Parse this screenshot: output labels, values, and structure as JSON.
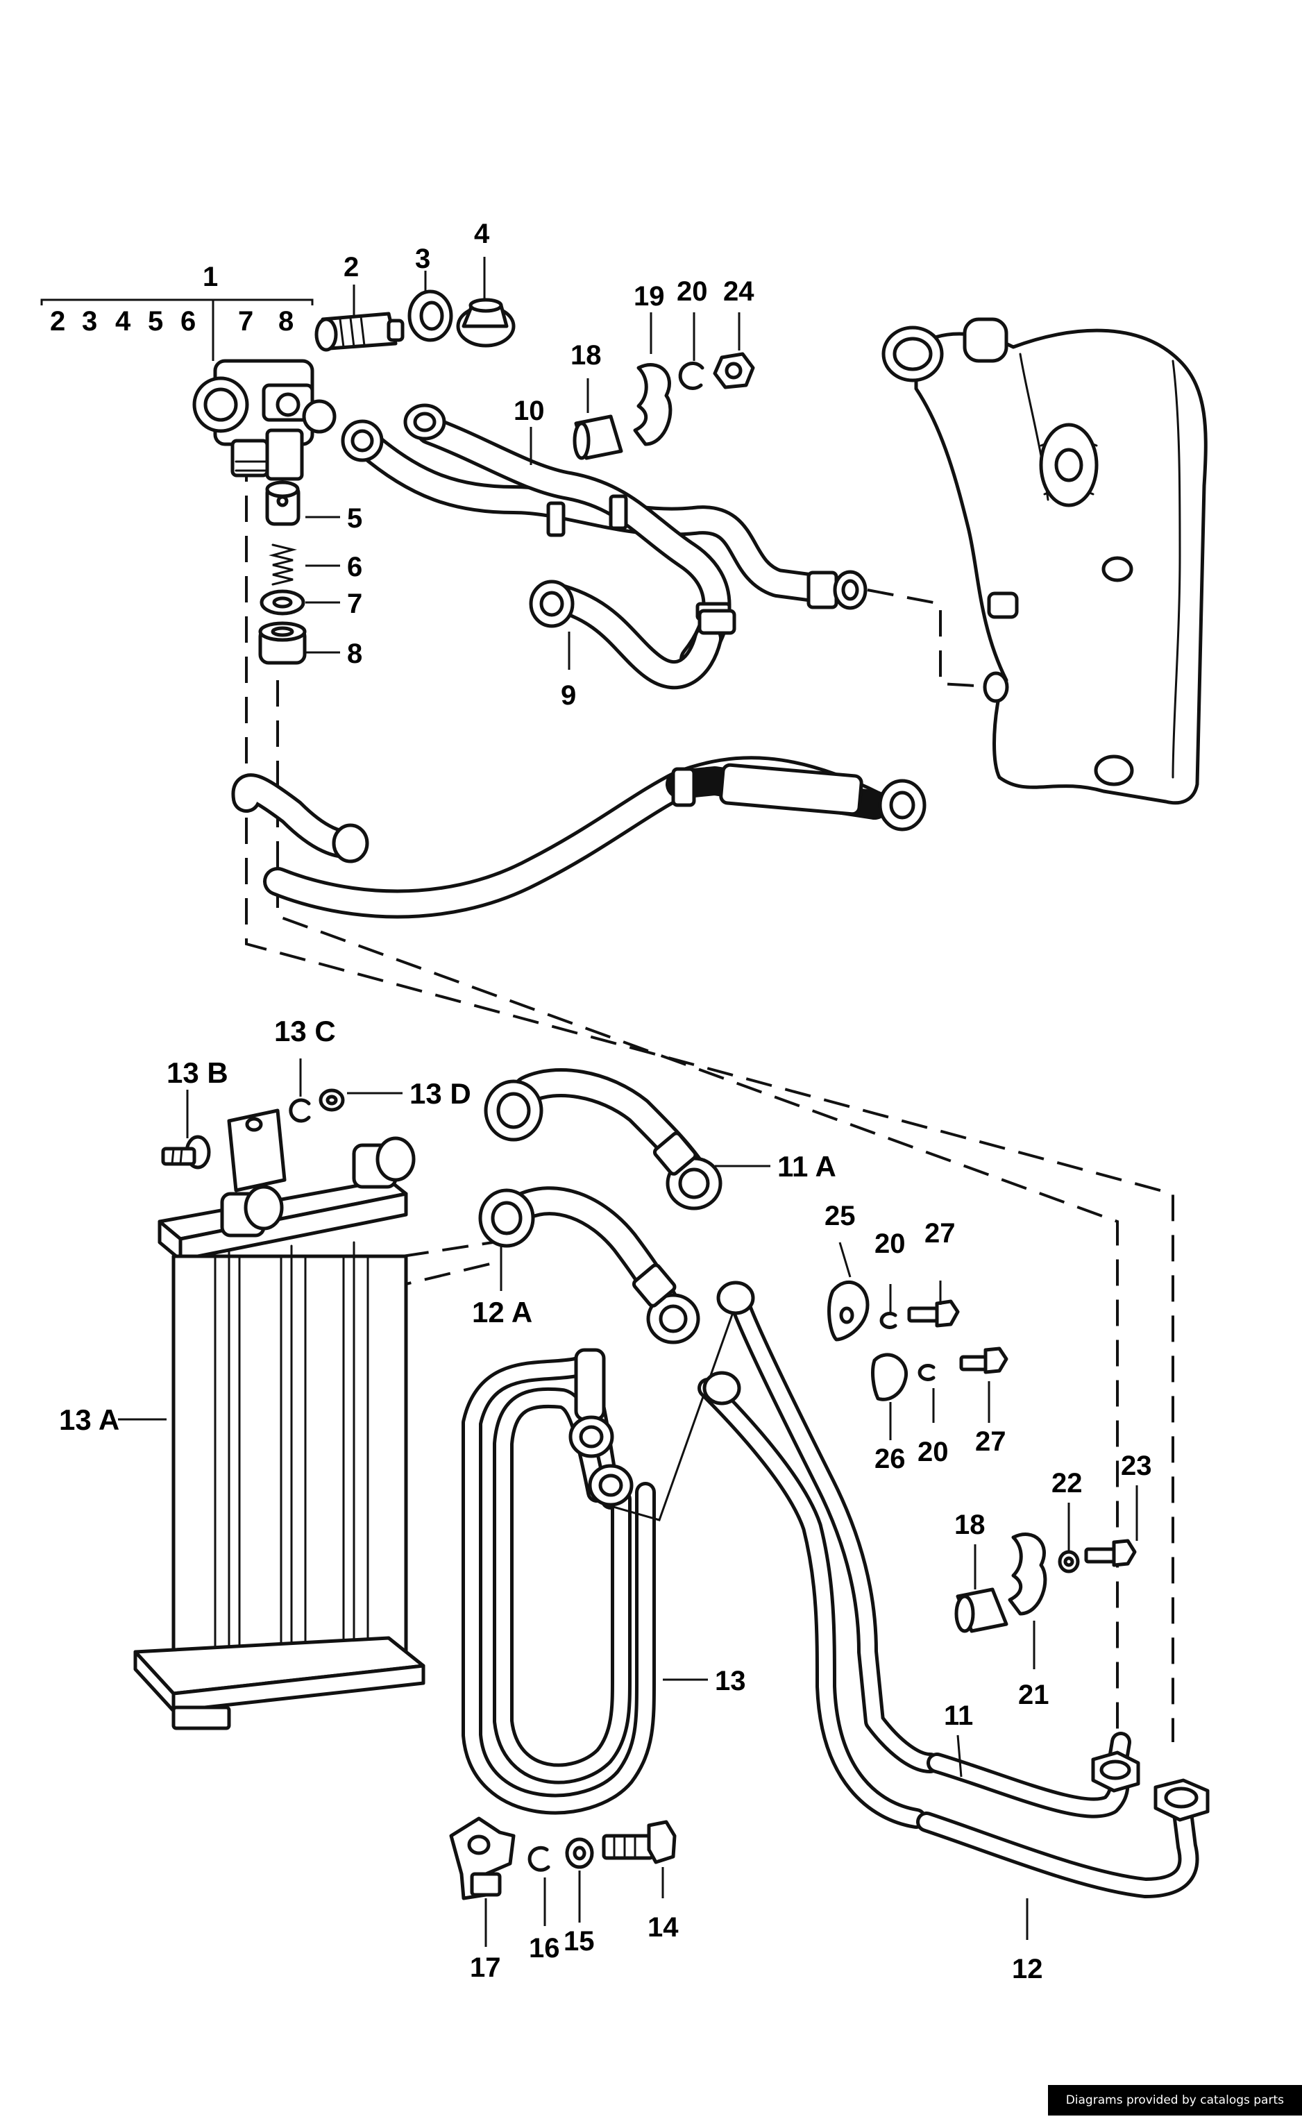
{
  "labels": {
    "p1": "1",
    "p2": "2",
    "p3": "3",
    "p4": "4",
    "p5": "5",
    "p6": "6",
    "p7": "7",
    "p8": "8",
    "p9": "9",
    "p10": "10",
    "p11": "11",
    "p11a": "11 A",
    "p12": "12",
    "p12a": "12 A",
    "p13": "13",
    "p13a": "13 A",
    "p13b": "13 B",
    "p13c": "13 C",
    "p13d": "13 D",
    "p14": "14",
    "p15": "15",
    "p16": "16",
    "p17": "17",
    "p18a": "18",
    "p18b": "18",
    "p19": "19",
    "p20a": "20",
    "p20b": "20",
    "p20c": "20",
    "p21": "21",
    "p22": "22",
    "p23": "23",
    "p24": "24",
    "p25": "25",
    "p26": "26",
    "p27a": "27",
    "p27b": "27",
    "sub2": "2",
    "sub3": "3",
    "sub4": "4",
    "sub5": "5",
    "sub6": "6",
    "sub7": "7",
    "sub8": "8"
  },
  "watermark": "Diagrams provided by catalogs parts"
}
